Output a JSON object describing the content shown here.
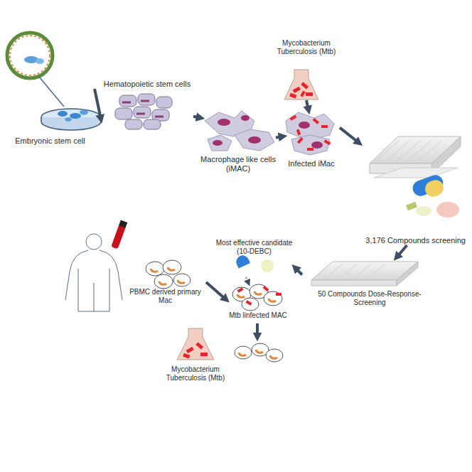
{
  "diagram": {
    "nodes": [
      {
        "text": [
          "Embryonic stem cell"
        ]
      },
      {
        "text": [
          "Hematopoietic stem cells"
        ]
      },
      {
        "text": [
          "Macrophage like cells (iMAC)"
        ]
      },
      {
        "text": [
          "Mycobacterium Tuberculosis (Mtb)"
        ]
      },
      {
        "text": [
          "Infected iMac"
        ]
      },
      {
        "text": [
          "3,176 Compounds screening"
        ]
      },
      {
        "text": [
          "50 Compounds Dose-Response- Screening"
        ]
      },
      {
        "text": [
          "Most effective candidate (10-DEBC)"
        ]
      },
      {
        "text": [
          "PBMC derived primary Mac"
        ]
      },
      {
        "text": [
          "Mycobacterium Tuberculosis (Mtb)"
        ]
      },
      {
        "text": [
          "Mtb linfected MAC"
        ]
      }
    ],
    "edges": [
      {
        "from": 0,
        "to": 1,
        "arrow": "to"
      },
      {
        "from": 1,
        "to": 2,
        "arrow": "to"
      },
      {
        "from": 2,
        "to": 4,
        "arrow": "to"
      },
      {
        "from": 3,
        "to": 4,
        "arrow": "to"
      },
      {
        "from": 4,
        "to": 5,
        "arrow": "to"
      },
      {
        "from": 5,
        "to": 6,
        "arrow": "to"
      },
      {
        "from": 6,
        "to": 7,
        "arrow": "to"
      },
      {
        "from": 7,
        "to": 10,
        "arrow": "to"
      },
      {
        "from": 8,
        "to": 10,
        "arrow": "to"
      }
    ]
  }
}
